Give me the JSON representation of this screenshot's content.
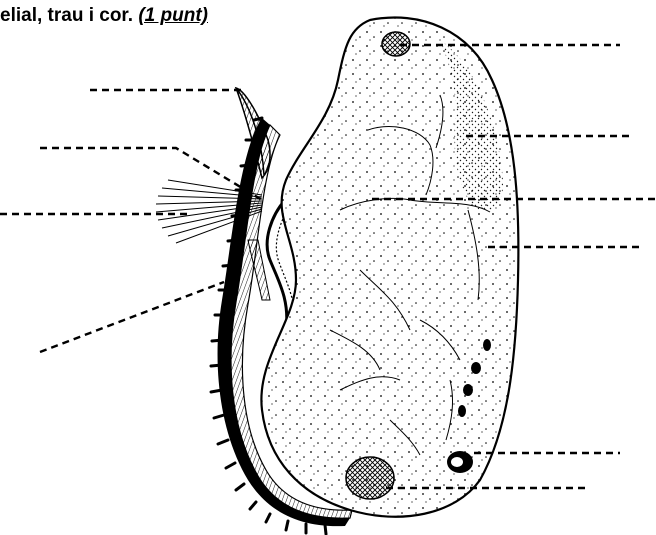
{
  "header": {
    "text": "elial, trau i cor. ",
    "points": "(1 punt)"
  },
  "leader_lines": [
    {
      "id": "left-top"
    },
    {
      "id": "left-upper"
    },
    {
      "id": "left-middle"
    },
    {
      "id": "left-lower"
    },
    {
      "id": "right-1"
    },
    {
      "id": "right-2"
    },
    {
      "id": "right-3"
    },
    {
      "id": "right-4"
    },
    {
      "id": "right-5"
    },
    {
      "id": "right-6"
    }
  ],
  "colors": {
    "ink": "#000000",
    "background": "#ffffff"
  }
}
